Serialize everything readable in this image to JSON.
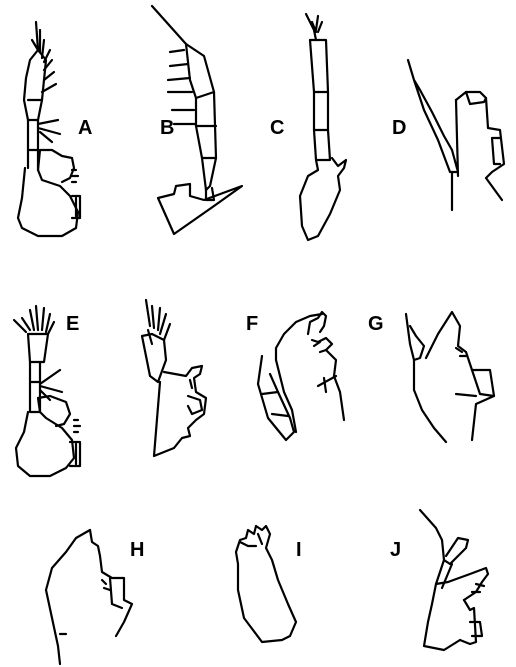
{
  "panels": [
    {
      "id": "A",
      "label": "A"
    },
    {
      "id": "B",
      "label": "B"
    },
    {
      "id": "C",
      "label": "C"
    },
    {
      "id": "D",
      "label": "D"
    },
    {
      "id": "E",
      "label": "E"
    },
    {
      "id": "E2",
      "label": ""
    },
    {
      "id": "F",
      "label": "F"
    },
    {
      "id": "G",
      "label": "G"
    },
    {
      "id": "H",
      "label": "H"
    },
    {
      "id": "I",
      "label": "I"
    },
    {
      "id": "J",
      "label": "J"
    }
  ],
  "style": {
    "stroke": "#000000",
    "background": "#ffffff"
  }
}
